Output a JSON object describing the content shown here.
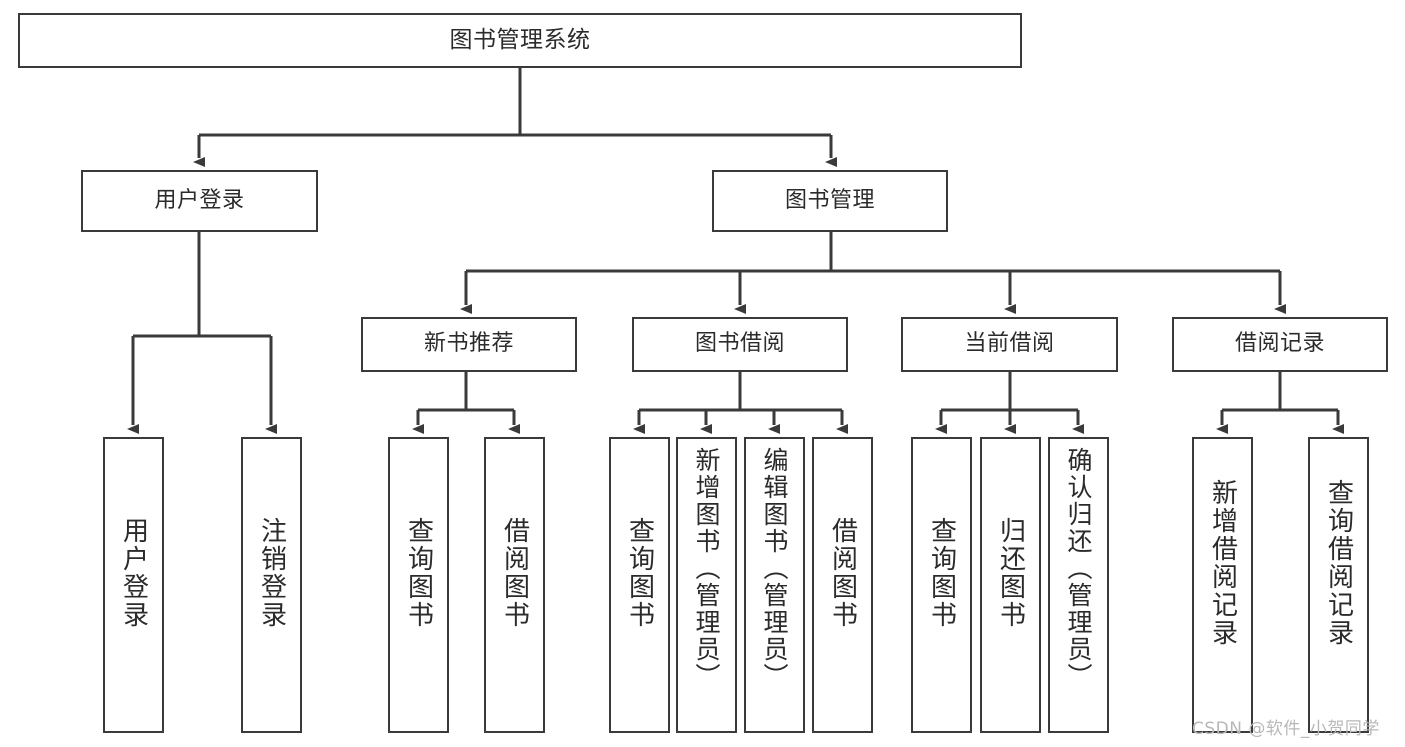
{
  "diagram": {
    "type": "tree-hierarchy",
    "title": "图书管理系统",
    "watermark": "CSDN @软件_小贺同学",
    "theme": {
      "stroke": "#3a3a3a",
      "fill": "#ffffff",
      "text": "#2b2b2b",
      "watermark": "#b8b8b8"
    },
    "levels": {
      "root": "图书管理系统",
      "level2": [
        "用户登录",
        "图书管理"
      ],
      "level3": [
        "新书推荐",
        "图书借阅",
        "当前借阅",
        "借阅记录"
      ]
    },
    "nodes": {
      "root": {
        "label": "图书管理系统"
      },
      "user_login": {
        "label": "用户登录"
      },
      "book_manage": {
        "label": "图书管理"
      },
      "new_book_rec": {
        "label": "新书推荐"
      },
      "book_borrow": {
        "label": "图书借阅"
      },
      "current_borrow": {
        "label": "当前借阅"
      },
      "borrow_record": {
        "label": "借阅记录"
      },
      "leaf_user_login": {
        "label": "用户登录"
      },
      "leaf_logout": {
        "label": "注销登录"
      },
      "leaf_query_book_1": {
        "label": "查询图书"
      },
      "leaf_borrow_book_1": {
        "label": "借阅图书"
      },
      "leaf_query_book_2": {
        "label": "查询图书"
      },
      "leaf_add_book": {
        "label": "新增图书（管理员）"
      },
      "leaf_edit_book": {
        "label": "编辑图书（管理员）"
      },
      "leaf_borrow_book_2": {
        "label": "借阅图书"
      },
      "leaf_query_book_3": {
        "label": "查询图书"
      },
      "leaf_return_book": {
        "label": "归还图书"
      },
      "leaf_confirm_return": {
        "label": "确认归还（管理员）"
      },
      "leaf_add_record": {
        "label": "新增借阅记录"
      },
      "leaf_query_record": {
        "label": "查询借阅记录"
      }
    }
  }
}
